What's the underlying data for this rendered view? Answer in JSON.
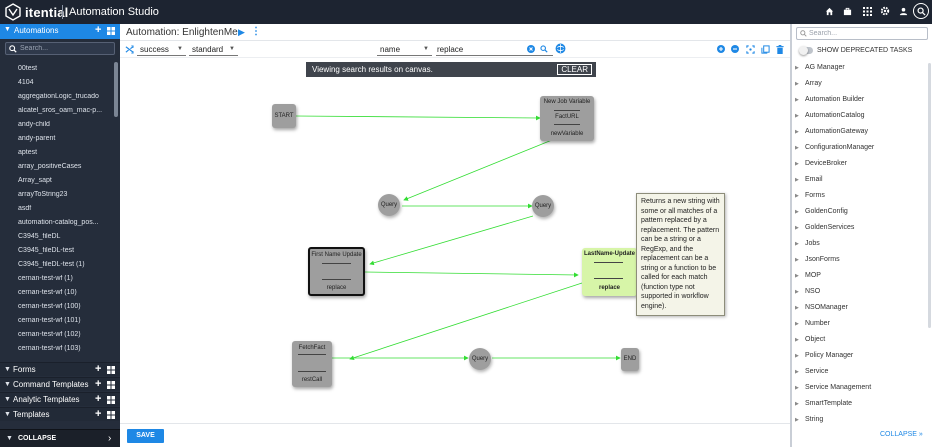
{
  "header": {
    "brand": "itential",
    "app_name": "Automation Studio",
    "icons": [
      "home-icon",
      "briefcase-icon",
      "apps-grid-icon",
      "gear-icon",
      "user-icon",
      "search-icon"
    ]
  },
  "sidebar": {
    "section_title": "Automations",
    "search_placeholder": "Search...",
    "items": [
      {
        "label": "00test"
      },
      {
        "label": "4104"
      },
      {
        "label": "aggregationLogic_trucado"
      },
      {
        "label": "alcatel_sros_oam_mac-p..."
      },
      {
        "label": "andy-child"
      },
      {
        "label": "andy-parent"
      },
      {
        "label": "aptest"
      },
      {
        "label": "array_positiveCases"
      },
      {
        "label": "Array_sapt"
      },
      {
        "label": "arrayToString23"
      },
      {
        "label": "asdf"
      },
      {
        "label": "automation-catalog_pos..."
      },
      {
        "label": "C3945_fileDL"
      },
      {
        "label": "C3945_fileDL-test"
      },
      {
        "label": "C3945_fileDL-test (1)"
      },
      {
        "label": "cernan-test-wf (1)"
      },
      {
        "label": "cernan-test-wf (10)"
      },
      {
        "label": "cernan-test-wf (100)"
      },
      {
        "label": "cernan-test-wf (101)"
      },
      {
        "label": "cernan-test-wf (102)"
      },
      {
        "label": "cernan-test-wf (103)"
      }
    ],
    "sections": [
      {
        "label": "Forms"
      },
      {
        "label": "Command Templates"
      },
      {
        "label": "Analytic Templates"
      },
      {
        "label": "Templates"
      }
    ],
    "collapse_label": "COLLAPSE"
  },
  "editor": {
    "title": "Automation: EnlightenMe",
    "toolbar": {
      "transition_filter": "success",
      "view_mode": "standard",
      "search_field": "name",
      "search_value": "replace"
    },
    "banner": {
      "text": "Viewing search results on canvas.",
      "clear_label": "CLEAR"
    },
    "nodes": {
      "start": "START",
      "new_job_variable": {
        "title": "New Job Variable",
        "line1": "FactURL",
        "line2": "newVariable"
      },
      "query1": "Query",
      "query2": "Query",
      "first_name_update": {
        "title": "First Name Update",
        "line1": "replace"
      },
      "last_name_update": {
        "title": "LastName-Update",
        "line1": "replace"
      },
      "fetch_fact": {
        "title": "FetchFact",
        "line1": "restCall"
      },
      "query3": "Query",
      "end": "END"
    },
    "tooltip": "Returns a new string with some or all matches of a pattern replaced by a replacement. The pattern can be a string or a RegExp, and the replacement can be a string or a function to be called for each match (function type not supported in workflow engine).",
    "save_label": "SAVE",
    "edge_color": "#33dd33",
    "highlight_color": "#d7f5a8"
  },
  "tasks_panel": {
    "search_placeholder": "Search...",
    "toggle_label": "SHOW DEPRECATED TASKS",
    "items": [
      {
        "label": "AG Manager"
      },
      {
        "label": "Array"
      },
      {
        "label": "Automation Builder"
      },
      {
        "label": "AutomationCatalog"
      },
      {
        "label": "AutomationGateway"
      },
      {
        "label": "ConfigurationManager"
      },
      {
        "label": "DeviceBroker"
      },
      {
        "label": "Email"
      },
      {
        "label": "Forms"
      },
      {
        "label": "GoldenConfig"
      },
      {
        "label": "GoldenServices"
      },
      {
        "label": "Jobs"
      },
      {
        "label": "JsonForms"
      },
      {
        "label": "MOP"
      },
      {
        "label": "NSO"
      },
      {
        "label": "NSOManager"
      },
      {
        "label": "Number"
      },
      {
        "label": "Object"
      },
      {
        "label": "Policy Manager"
      },
      {
        "label": "Service"
      },
      {
        "label": "Service Management"
      },
      {
        "label": "SmartTemplate"
      },
      {
        "label": "String"
      }
    ],
    "collapse_label": "COLLAPSE »"
  },
  "colors": {
    "accent": "#1e88e5",
    "sidebar_bg": "#252d3b",
    "topbar_bg": "#1d2431"
  }
}
